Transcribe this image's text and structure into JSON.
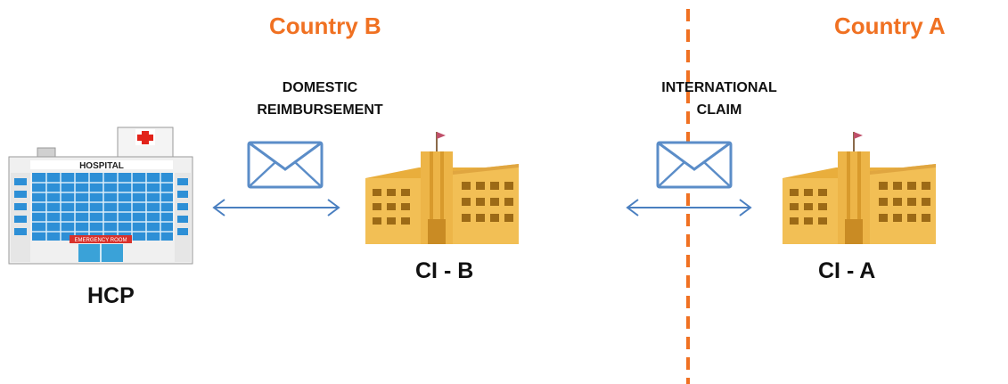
{
  "colors": {
    "accent": "#F07122",
    "arrow": "#4A7FC0",
    "envelope": "#5B8DC8",
    "building": "#F2BF55",
    "hospital_glass": "#2D8FD6",
    "cross": "#E2231A"
  },
  "countries": {
    "b": "Country B",
    "a": "Country A"
  },
  "flows": {
    "domestic": {
      "line1": "DOMESTIC",
      "line2": "REIMBURSEMENT",
      "icon": "envelope-icon"
    },
    "international": {
      "line1": "INTERNATIONAL",
      "line2": "CLAIM",
      "icon": "envelope-icon"
    }
  },
  "entities": {
    "hcp": {
      "label": "HCP",
      "icon": "hospital-icon",
      "sign": "HOSPITAL",
      "banner": "EMERGENCY ROOM"
    },
    "ci_b": {
      "label": "CI - B",
      "icon": "institution-building-icon"
    },
    "ci_a": {
      "label": "CI - A",
      "icon": "institution-building-icon"
    }
  }
}
